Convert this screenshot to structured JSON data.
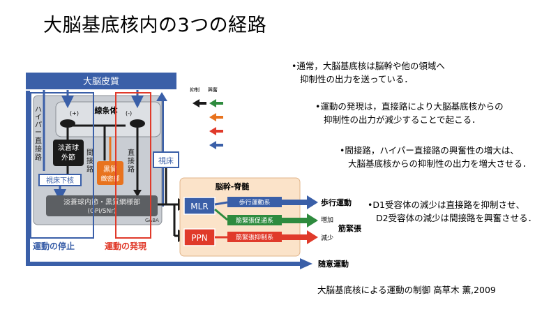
{
  "title": "大脳基底核内の3つの経路",
  "diagram": {
    "cortex": "大脳皮質",
    "striatum": "線条体",
    "d_plus": "(+)",
    "d_minus": "(-)",
    "hyper_direct_v": [
      "ハ",
      "イ",
      "パ",
      "ー",
      "直",
      "接",
      "路"
    ],
    "gpe": [
      "淡蒼球",
      "外節"
    ],
    "indirect_v": [
      "間",
      "接",
      "路"
    ],
    "direct_v": [
      "直",
      "接",
      "路"
    ],
    "snc": [
      "黒質",
      "緻密部"
    ],
    "stn": "視床下核",
    "gpi": [
      "淡蒼球内節・黒質網様部",
      "(GPi/SNr)"
    ],
    "gaba": "GABA",
    "thalamus": "視床",
    "legend_inhibit": "抑制",
    "legend_excite": "興奮",
    "brainstem": "脳幹-脊髄",
    "mlr": "MLR",
    "ppn": "PPN",
    "locomotion_sys": "歩行運動系",
    "tone_facil": "筋緊張促通系",
    "tone_inhib": "筋緊張抑制系",
    "out_walk": "歩行運動",
    "out_increase": "増加",
    "out_tone": "筋緊張",
    "out_decrease": "減少",
    "out_voluntary": "随意運動",
    "label_stop": "運動の停止",
    "label_start": "運動の発現"
  },
  "bullets": [
    [
      "•通常，大脳基底核は脳幹や他の領域へ",
      "抑制性の出力を送っている．"
    ],
    [
      "•運動の発現は，直接路により大脳基底核からの",
      "抑制性の出力が減少することで起こる．"
    ],
    [
      "•間接路，ハイパー直接路の興奮性の増大は、",
      "大脳基底核からの抑制性の出力を増大させる．"
    ],
    [
      "•D1受容体の減少は直接路を抑制させ、",
      "D2受容体の減少は間接路を興奮させる．"
    ]
  ],
  "citation": "大脳基底核による運動の制御 高草木 薫,2009",
  "colors": {
    "blue": "#3a5fa8",
    "green": "#2e8b3e",
    "orange": "#e8731e",
    "red": "#e03a2a",
    "dark": "#1a1a1a",
    "peach": "#fbe3c9"
  }
}
